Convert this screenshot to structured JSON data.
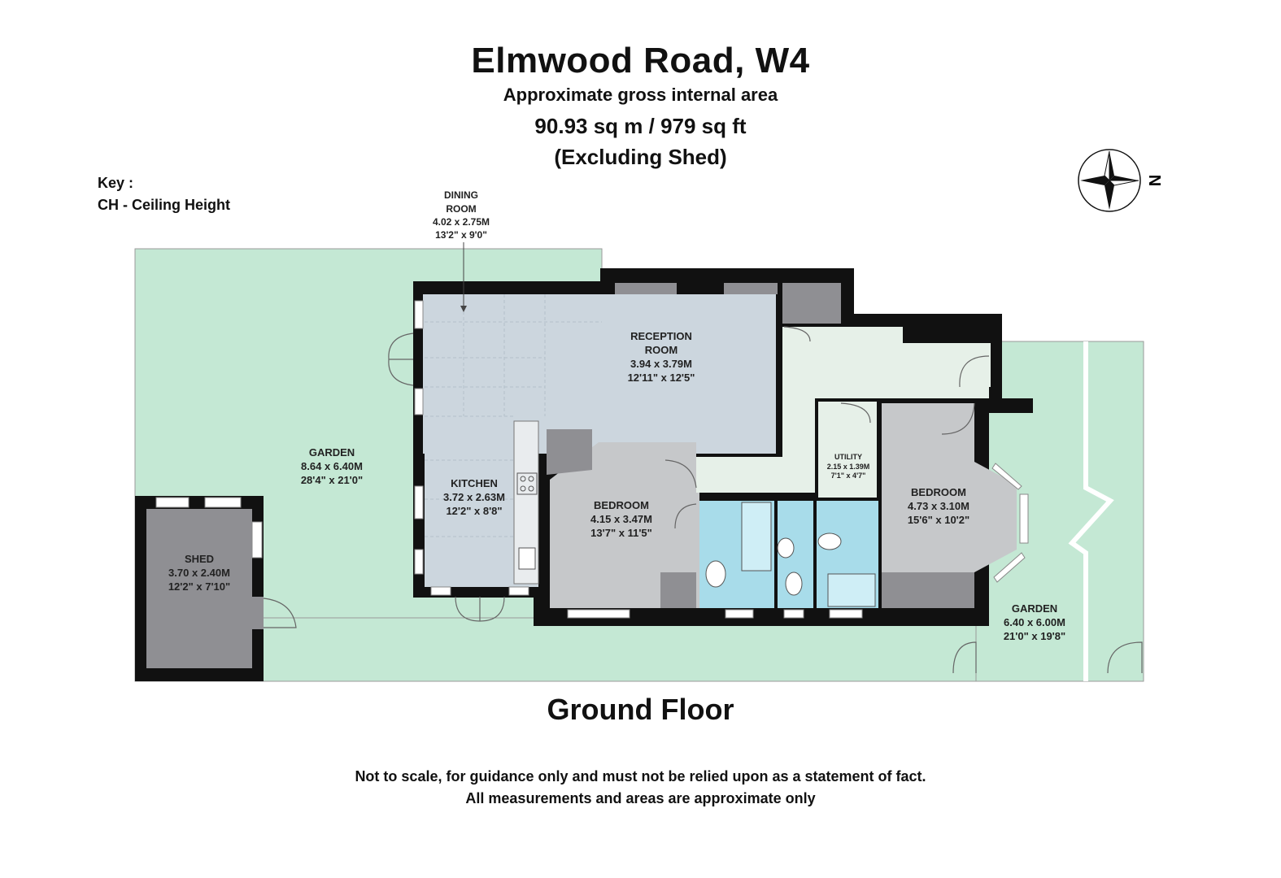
{
  "header": {
    "title": "Elmwood Road, W4",
    "subtitle": "Approximate gross internal area",
    "area": "90.93 sq m /  979 sq ft",
    "exclusion": "(Excluding Shed)"
  },
  "key": {
    "heading": "Key :",
    "entries": [
      "CH - Ceiling Height"
    ]
  },
  "compass": {
    "label": "N"
  },
  "rooms": {
    "dining": {
      "name1": "DINING",
      "name2": "ROOM",
      "metric": "4.02 x 2.75M",
      "imperial": "13'2\" x 9'0\""
    },
    "reception": {
      "name1": "RECEPTION",
      "name2": "ROOM",
      "metric": "3.94 x 3.79M",
      "imperial": "12'11\" x 12'5\""
    },
    "garden_main": {
      "name": "GARDEN",
      "metric": "8.64 x 6.40M",
      "imperial": "28'4\" x 21'0\""
    },
    "kitchen": {
      "name": "KITCHEN",
      "metric": "3.72 x 2.63M",
      "imperial": "12'2\" x 8'8\""
    },
    "bedroom1": {
      "name": "BEDROOM",
      "metric": "4.15 x 3.47M",
      "imperial": "13'7\" x 11'5\""
    },
    "utility": {
      "name": "UTILITY",
      "metric": "2.15 x 1.39M",
      "imperial": "7'1\" x 4'7\""
    },
    "bedroom2": {
      "name": "BEDROOM",
      "metric": "4.73 x 3.10M",
      "imperial": "15'6\" x 10'2\""
    },
    "shed": {
      "name": "SHED",
      "metric": "3.70 x 2.40M",
      "imperial": "12'2\" x 7'10\""
    },
    "garden_side": {
      "name": "GARDEN",
      "metric": "6.40 x 6.00M",
      "imperial": "21'0\" x 19'8\""
    }
  },
  "floor": {
    "label": "Ground Floor"
  },
  "disclaimer": {
    "line1": "Not to scale, for guidance only and must not be relied upon as a statement of fact.",
    "line2": "All measurements and areas are approximate only"
  },
  "colors": {
    "garden": "#c4e8d4",
    "living": "#ccd6de",
    "hall": "#e6f0e8",
    "bedroom": "#c6c8ca",
    "bathroom": "#a8dcea",
    "storage": "#8f8f93",
    "wall": "#111111"
  }
}
